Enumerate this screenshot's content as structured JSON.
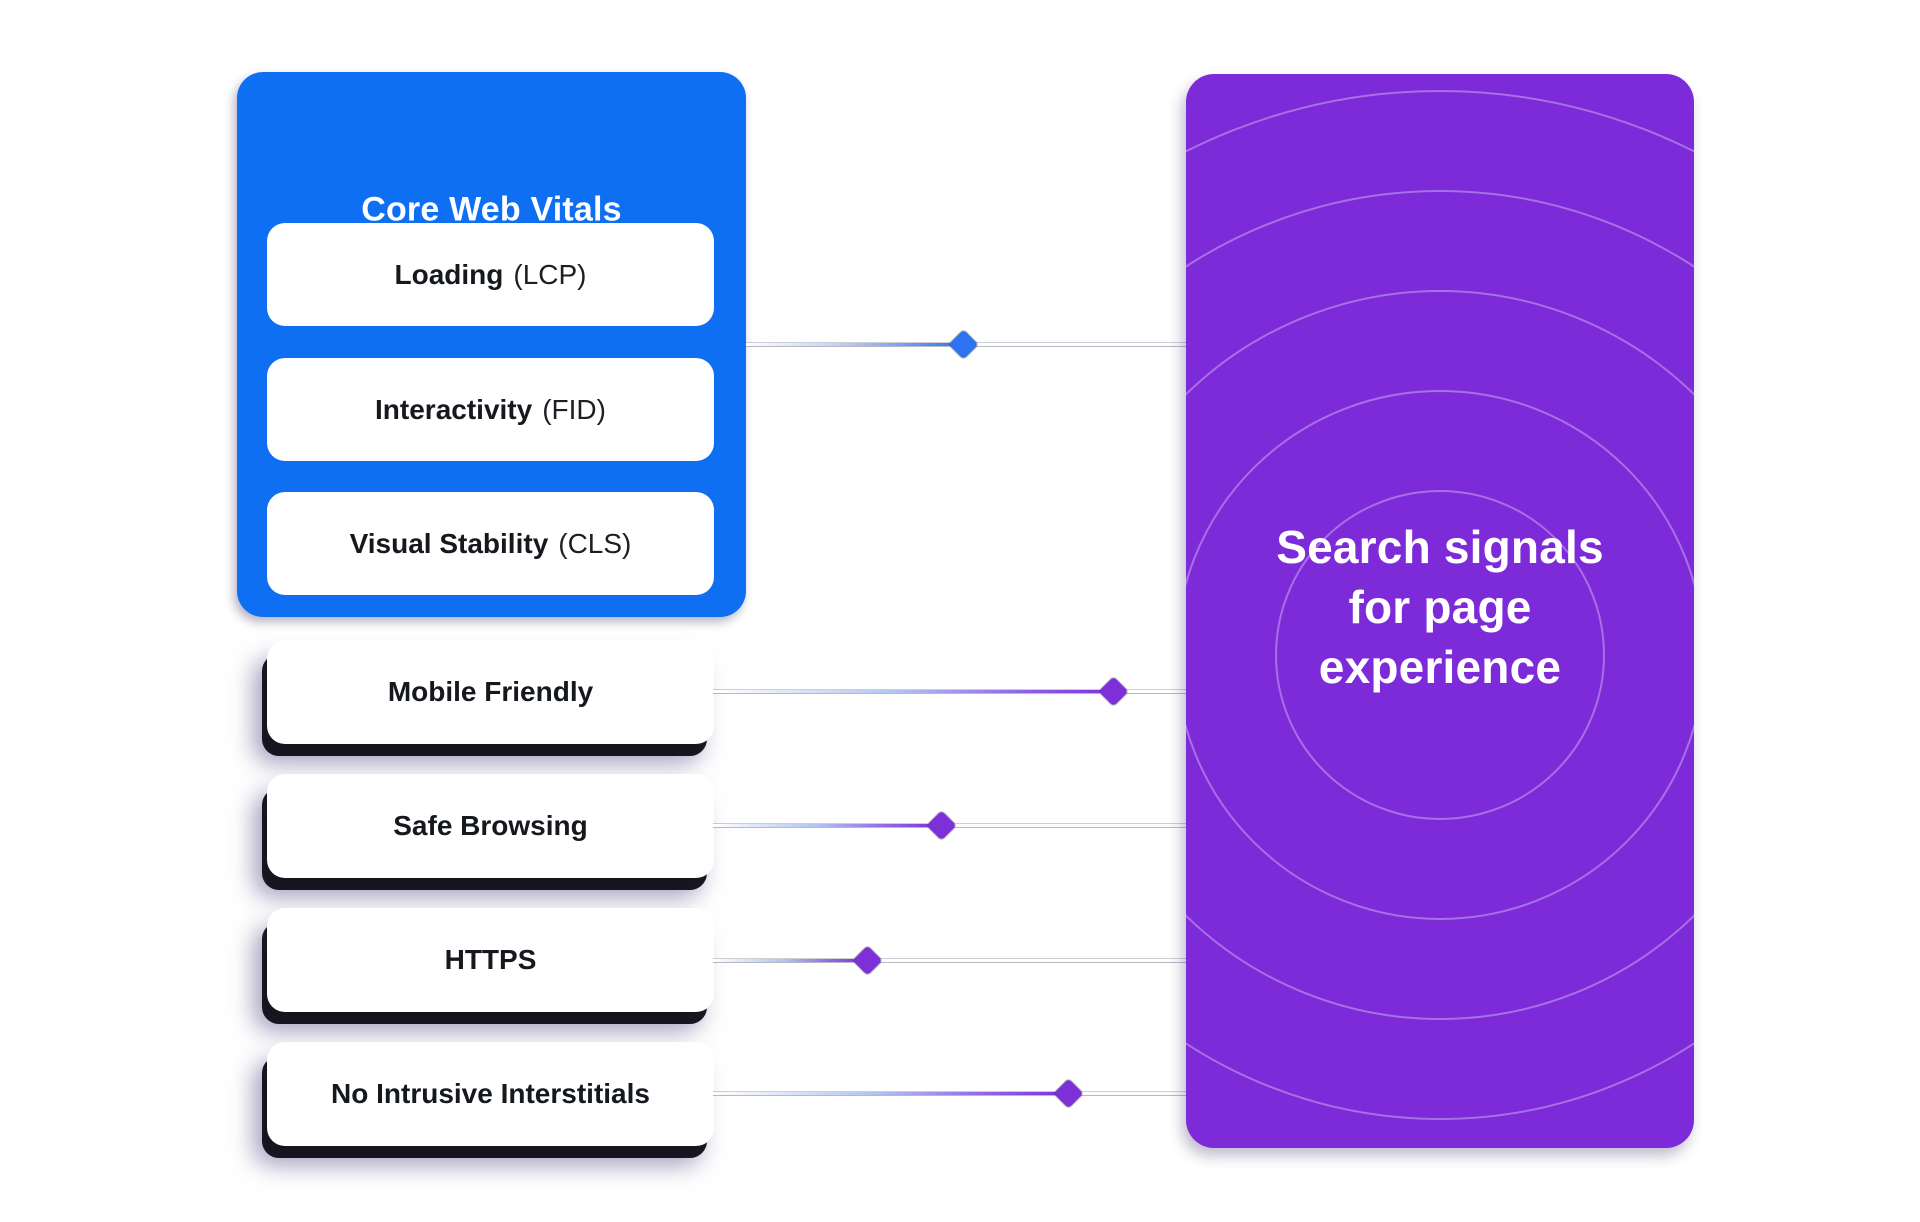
{
  "colors": {
    "background": "#ffffff",
    "blue": "#0E6FF2",
    "purple": "#7D2AD8",
    "diamond_blue": "#2B73F0",
    "diamond_purple": "#7D2FD8",
    "text_dark": "#15181C",
    "text_light": "#FFFFFF"
  },
  "core_web_vitals": {
    "title": "Core Web Vitals",
    "items": [
      {
        "bold": "Loading",
        "regular": "(LCP)"
      },
      {
        "bold": "Interactivity",
        "regular": "(FID)"
      },
      {
        "bold": "Visual Stability",
        "regular": "(CLS)"
      }
    ]
  },
  "signals": {
    "items": [
      {
        "label": "Mobile Friendly"
      },
      {
        "label": "Safe Browsing"
      },
      {
        "label": "HTTPS"
      },
      {
        "label": "No Intrusive Interstitials"
      }
    ]
  },
  "search_panel": {
    "heading": "Search signals for page experience",
    "heading_lines": [
      "Search signals",
      "for page",
      "experience"
    ]
  }
}
